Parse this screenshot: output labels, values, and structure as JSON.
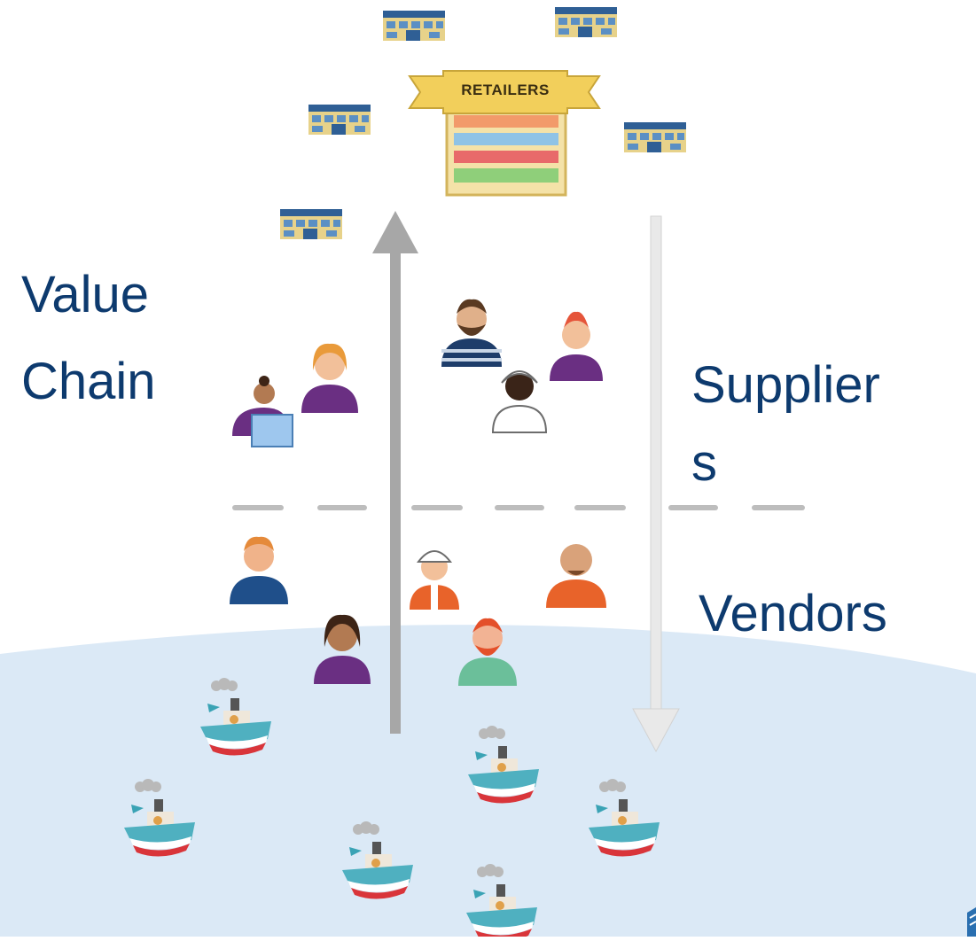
{
  "labels": {
    "value": "Value",
    "chain": "Chain",
    "supplier": "Supplier",
    "supplier_wrap": "s",
    "vendors": "Vendors"
  },
  "banner": {
    "text": "RETAILERS"
  },
  "colors": {
    "text": "#0d3a6e",
    "sea": "#dbe9f6",
    "arrow_up": "#a7a7a7",
    "arrow_down": "#e9e9e9",
    "banner": "#f2cf5b",
    "divider": "#bdbdbd"
  },
  "icons": {
    "store": "store-icon",
    "person": "person-icon",
    "boat": "fishing-boat-icon",
    "laptop": "laptop-icon"
  }
}
